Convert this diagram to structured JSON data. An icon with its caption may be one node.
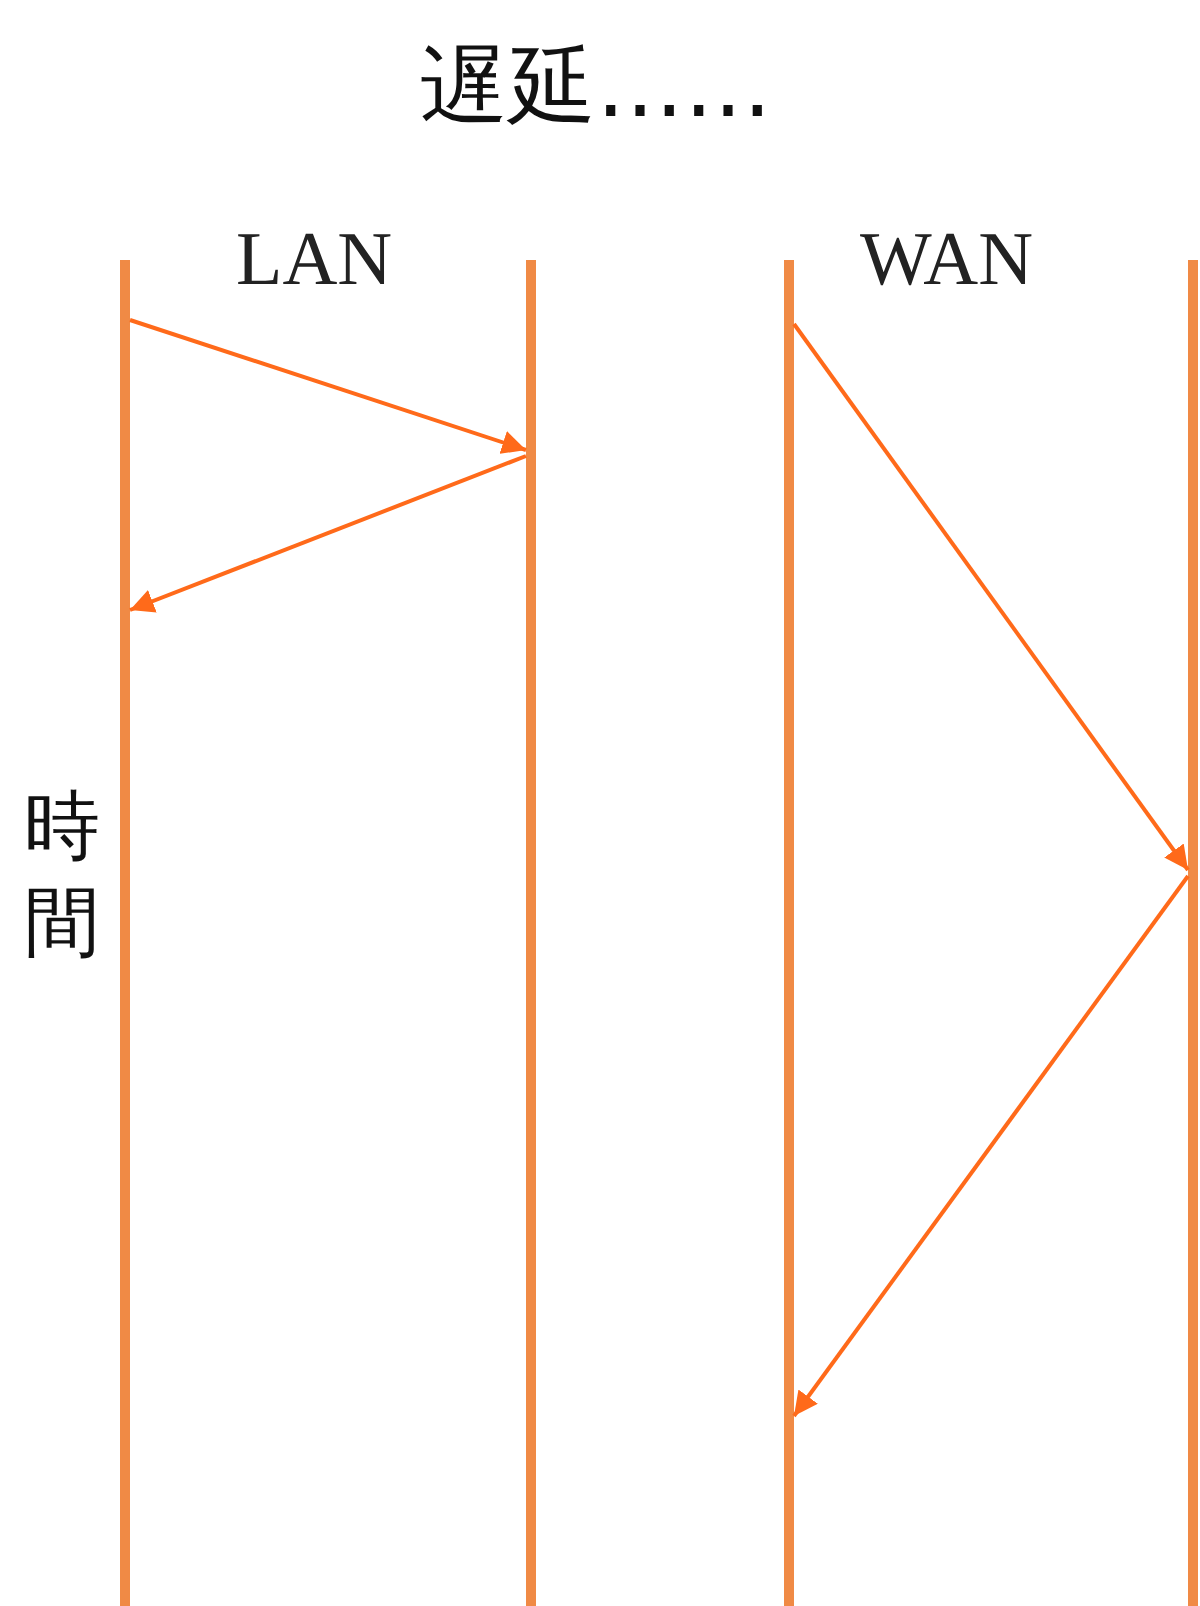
{
  "diagram": {
    "title": "遅延……",
    "nodes": [
      {
        "text": [],
        "shape": "bar"
      },
      {
        "text": [],
        "shape": "bar"
      },
      {
        "text": [],
        "shape": "bar"
      },
      {
        "text": [],
        "shape": "bar"
      }
    ],
    "edges": [
      {
        "from": 0,
        "to": 1,
        "arrow": "to"
      },
      {
        "from": 1,
        "to": 0,
        "arrow": "to"
      },
      {
        "from": 2,
        "to": 3,
        "arrow": "to"
      },
      {
        "from": 3,
        "to": 2,
        "arrow": "to"
      }
    ],
    "labels": [
      "LAN",
      "WAN",
      "時間"
    ]
  }
}
